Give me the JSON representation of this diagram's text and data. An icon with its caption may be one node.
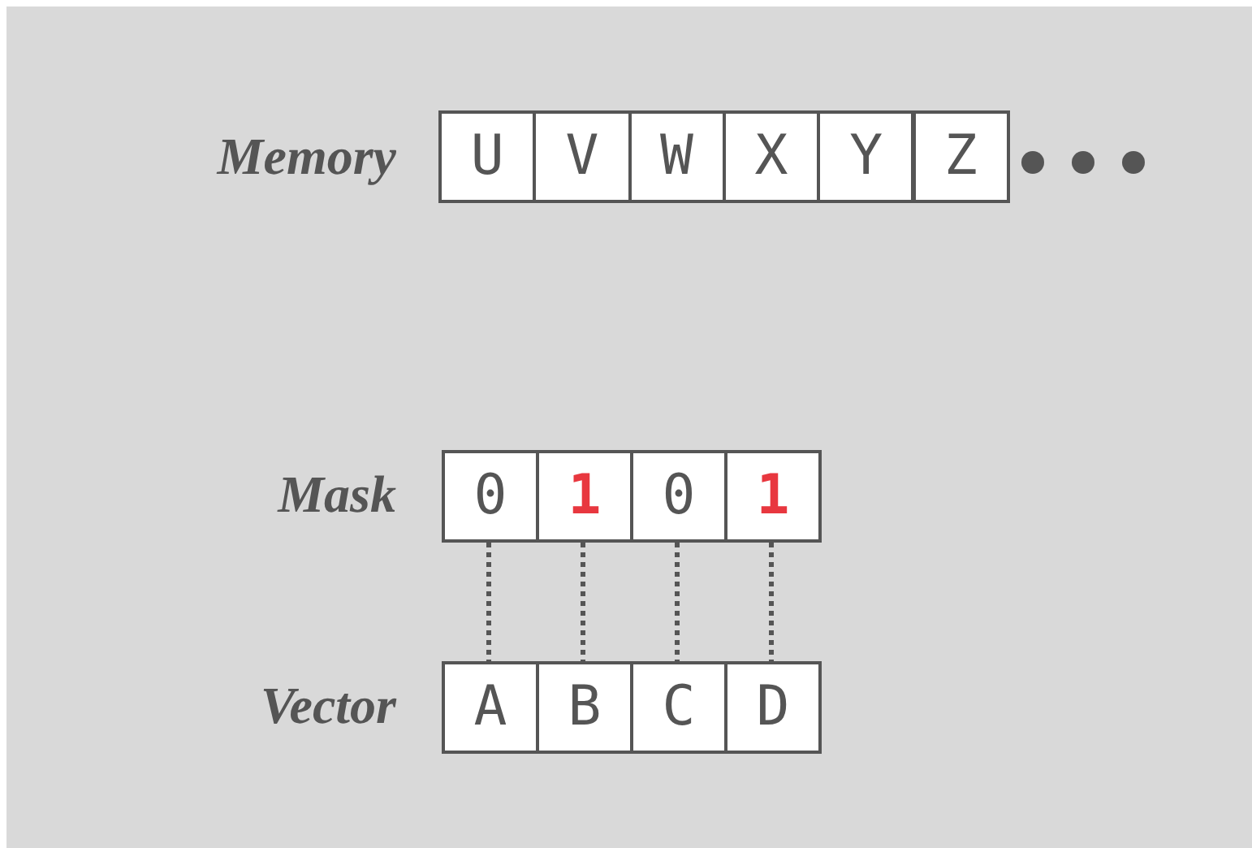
{
  "diagram": {
    "nodes": [
      {
        "text": [
          "U"
        ]
      },
      {
        "text": [
          "V"
        ]
      },
      {
        "text": [
          "W"
        ]
      },
      {
        "text": [
          "X"
        ]
      },
      {
        "text": [
          "Y"
        ]
      },
      {
        "text": [
          "Z"
        ]
      },
      {
        "text": [
          "0"
        ]
      },
      {
        "text": [
          "**1**"
        ]
      },
      {
        "text": [
          "0"
        ]
      },
      {
        "text": [
          "**1**"
        ]
      },
      {
        "text": [
          "A"
        ]
      },
      {
        "text": [
          "B"
        ]
      },
      {
        "text": [
          "C"
        ]
      },
      {
        "text": [
          "D"
        ]
      }
    ],
    "edges": [
      {
        "from": 6,
        "to": 10,
        "arrow": "none",
        "style": "dashed"
      },
      {
        "from": 7,
        "to": 11,
        "arrow": "none",
        "style": "dashed"
      },
      {
        "from": 8,
        "to": 12,
        "arrow": "none",
        "style": "dashed"
      },
      {
        "from": 9,
        "to": 13,
        "arrow": "none",
        "style": "dashed"
      }
    ],
    "labels": [
      "Memory",
      "Mask",
      "Vector"
    ]
  }
}
